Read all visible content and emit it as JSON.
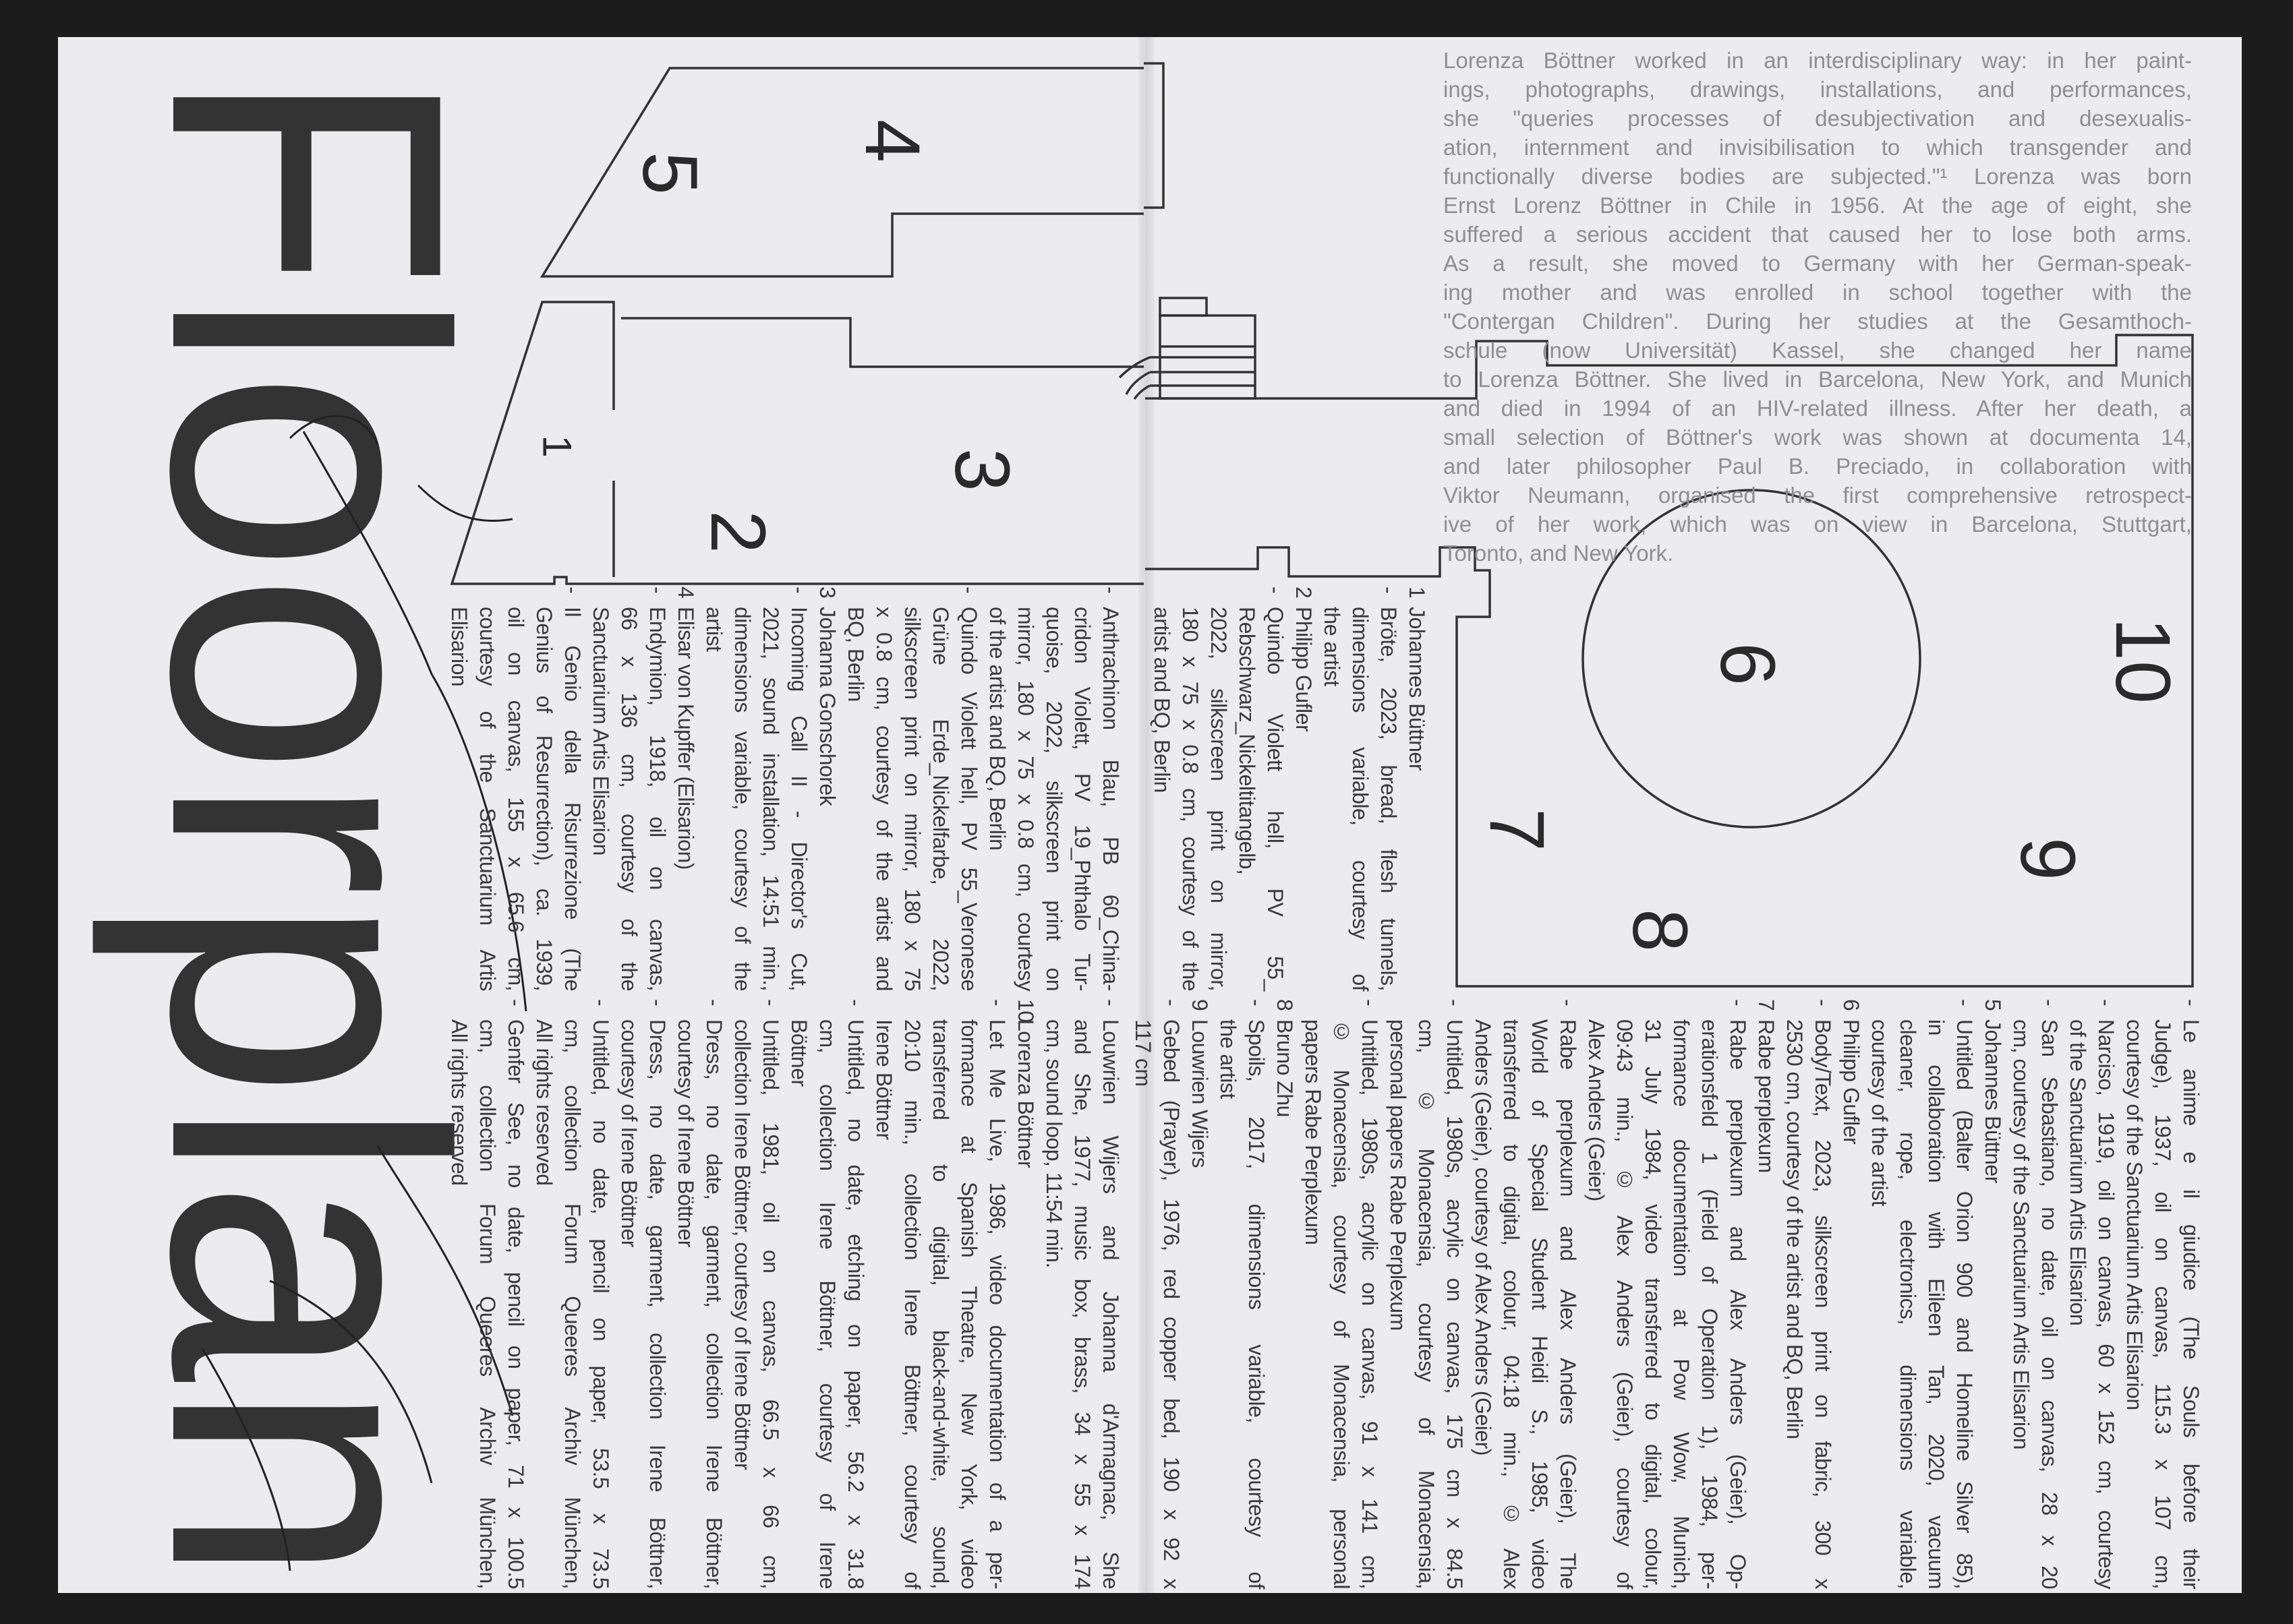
{
  "title": "Floorplan",
  "colors": {
    "paper": "#ececef",
    "ink": "#333333",
    "bio_text": "#8e8e93",
    "background": "#1c1c1c"
  },
  "floorplan_labels": {
    "room_1": "1",
    "room_2": "2",
    "room_3": "3",
    "room_4": "4",
    "room_5": "5",
    "room_6": "6",
    "room_7": "7",
    "room_8": "8",
    "room_9": "9",
    "room_10": "10"
  },
  "bio": [
    "Lorenza Böttner worked in an interdisciplinary way: in her paint-",
    "ings, photographs, drawings, installations, and performances,",
    "she \"queries processes of desubjectivation and desexualis-",
    "ation, internment and invisibilisation to which transgender and",
    "functionally diverse bodies are subjected.\"¹ Lorenza was born",
    "Ernst Lorenz Böttner in Chile in 1956. At the age of eight, she",
    "suffered a serious accident that caused her to lose both arms.",
    "As a result, she moved to Germany with her German-speak-",
    "ing mother and was enrolled in school together with the",
    "\"Contergan Children\". During her studies at the Gesamthoch-",
    "schule (now Universität) Kassel, she changed her name",
    "to Lorenza Böttner. She lived in Barcelona, New York, and Munich",
    "and died in 1994 of an HIV-related illness. After her death, a",
    "small selection of Böttner's work was shown at documenta 14,",
    "and later philosopher Paul B. Preciado, in collaboration with",
    "Viktor Neumann, organised the first comprehensive retrospect-",
    "ive of her work, which was on view in Barcelona, Stuttgart,",
    "Toronto, and New York."
  ],
  "columns": {
    "colC": [
      {
        "entry": [
          "Anthrachinon Blau, PB 60_China-",
          "cridon Violett, PV 19_Phthalo Tur-",
          "quoise, 2022, silkscreen print on",
          "mirror, 180 x 75 x 0.8 cm, courtesy",
          "of the artist and BQ, Berlin"
        ]
      },
      {
        "entry": [
          "Quindo Violett hell, PV 55_Veronese",
          "Grüne Erde_Nickelfarbe, 2022,",
          "silkscreen print on mirror, 180 x 75",
          "x 0.8 cm, courtesy of the artist and",
          "BQ, Berlin"
        ]
      },
      {
        "num": "3",
        "name": "Johanna Gonschorek"
      },
      {
        "entry": [
          "Incoming Call II - Director's Cut,",
          "2021, sound installation, 14:51 min.,",
          "dimensions variable, courtesy of the",
          "artist"
        ]
      },
      {
        "num": "4",
        "name": "Elisar von Kupffer (Elisarion)"
      },
      {
        "entry": [
          "Endymion, 1918, oil on canvas,",
          "66 x 136 cm, courtesy of the",
          "Sanctuarium Artis Elisarion"
        ]
      },
      {
        "entry": [
          "Il Genio della Risurrezione (The",
          "Genius of Resurrection), ca. 1939,",
          "oil on canvas, 155 x 65.6 cm,",
          "courtesy of the Sanctuarium Artis",
          "Elisarion"
        ]
      }
    ],
    "colD": [
      {
        "entry": [
          "Louwrien Wijers and Johanna d'Armagnac, She",
          "and She, 1977, music box, brass, 34 x 55 x 174",
          "cm, sound loop, 11:54 min."
        ]
      },
      {
        "num": "10",
        "name": "Lorenza Böttner"
      },
      {
        "entry": [
          "Let Me Live, 1986, video documentation of a per-",
          "formance at Spanish Theatre, New York, video",
          "transferred to digital, black-and-white, sound,",
          "20:10 min., collection Irene Böttner, courtesy of",
          "Irene Böttner"
        ]
      },
      {
        "entry": [
          "Untitled, no date, etching on paper, 56.2 x 31.8",
          "cm, collection Irene Böttner, courtesy of Irene",
          "Böttner"
        ]
      },
      {
        "entry": [
          "Untitled, 1981, oil on canvas, 66.5 x 66 cm,",
          "collection Irene Böttner, courtesy of Irene Böttner"
        ]
      },
      {
        "entry": [
          "Dress, no date, garment, collection Irene Böttner,",
          "courtesy of Irene Böttner"
        ]
      },
      {
        "entry": [
          "Dress, no date, garment, collection Irene Böttner,",
          "courtesy of Irene Böttner"
        ]
      },
      {
        "entry": [
          "Untitled, no date, pencil on paper, 53.5 x 73.5",
          "cm, collection Forum Queeres Archiv München,",
          "All rights reserved"
        ]
      },
      {
        "entry": [
          "Genfer See, no date, pencil on paper, 71 x 100.5",
          "cm, collection Forum Queeres Archiv München,",
          "All rights reserved"
        ]
      }
    ],
    "colA": [
      {
        "num": "1",
        "name": "Johannes Büttner"
      },
      {
        "entry": [
          "Bröte, 2023, bread, flesh tunnels,",
          "dimensions variable, courtesy of",
          "the artist"
        ]
      },
      {
        "num": "2",
        "name": "Philipp Gufler"
      },
      {
        "entry": [
          "Quindo Violett hell, PV 55_",
          "Rebschwarz_Nickeltitangelb,",
          "2022, silkscreen print on mirror,",
          "180 x 75 x 0.8 cm, courtesy of the",
          "artist and BQ, Berlin"
        ]
      }
    ],
    "colB": [
      {
        "entry": [
          "Le anime e il giudice (The Souls before their",
          "Judge), 1937, oil on canvas, 115.3 x 107 cm,",
          "courtesy of the Sanctuarium Artis Elisarion"
        ]
      },
      {
        "entry": [
          "Narciso, 1919, oil on canvas, 60 x 152 cm, courtesy",
          "of the Sanctuarium Artis Elisarion"
        ]
      },
      {
        "entry": [
          "San Sebastiano, no date, oil on canvas, 28 x 20",
          "cm, courtesy of the Sanctuarium Artis Elisarion"
        ]
      },
      {
        "num": "5",
        "name": "Johannes Büttner"
      },
      {
        "entry": [
          "Untitled (Balter Orion 900 and Homeline Silver 85),",
          "in collaboration with Eileen Tan, 2020, vacuum",
          "cleaner, rope, electronics, dimensions variable,",
          "courtesy of the artist"
        ]
      },
      {
        "num": "6",
        "name": "Philipp Gufler"
      },
      {
        "entry": [
          "Body/Text, 2023, silkscreen print on fabric, 300 x",
          "2530 cm, courtesy of the artist and BQ, Berlin"
        ]
      },
      {
        "num": "7",
        "name": "Rabe perplexum"
      },
      {
        "entry": [
          "Rabe perplexum and Alex Anders (Geier), Op-",
          "erationsfeld 1 (Field of Operation 1), 1984, per-",
          "formance documentation at Pow Wow, Munich,",
          "31 July 1984, video transferred to digital, colour,",
          "09:43 min., © Alex Anders (Geier), courtesy of",
          "Alex Anders (Geier)"
        ]
      },
      {
        "entry": [
          "Rabe perplexum and Alex Anders (Geier), The",
          "World of Special Student Heidi S., 1985, video",
          "transferred to digital, colour, 04:18 min., © Alex",
          "Anders (Geier), courtesy of Alex Anders (Geier)"
        ]
      },
      {
        "entry": [
          "Untitled, 1980s, acrylic on canvas, 175 cm x 84.5",
          "cm, © Monacensia, courtesy of Monacensia,",
          "personal papers Rabe Perplexum"
        ]
      },
      {
        "entry": [
          "Untitled, 1980s, acrylic on canvas, 91 x 141 cm,",
          "© Monacensia, courtesy of Monacensia, personal",
          "papers Rabe Perplexum"
        ]
      },
      {
        "num": "8",
        "name": "Bruno Zhu"
      },
      {
        "entry": [
          "Spoils, 2017, dimensions variable, courtesy of",
          "the artist"
        ]
      },
      {
        "num": "9",
        "name": "Louwrien Wijers"
      },
      {
        "entry": [
          "Gebed (Prayer), 1976, red copper bed, 190 x 92 x",
          "117 cm"
        ]
      }
    ]
  },
  "bullet": "-"
}
